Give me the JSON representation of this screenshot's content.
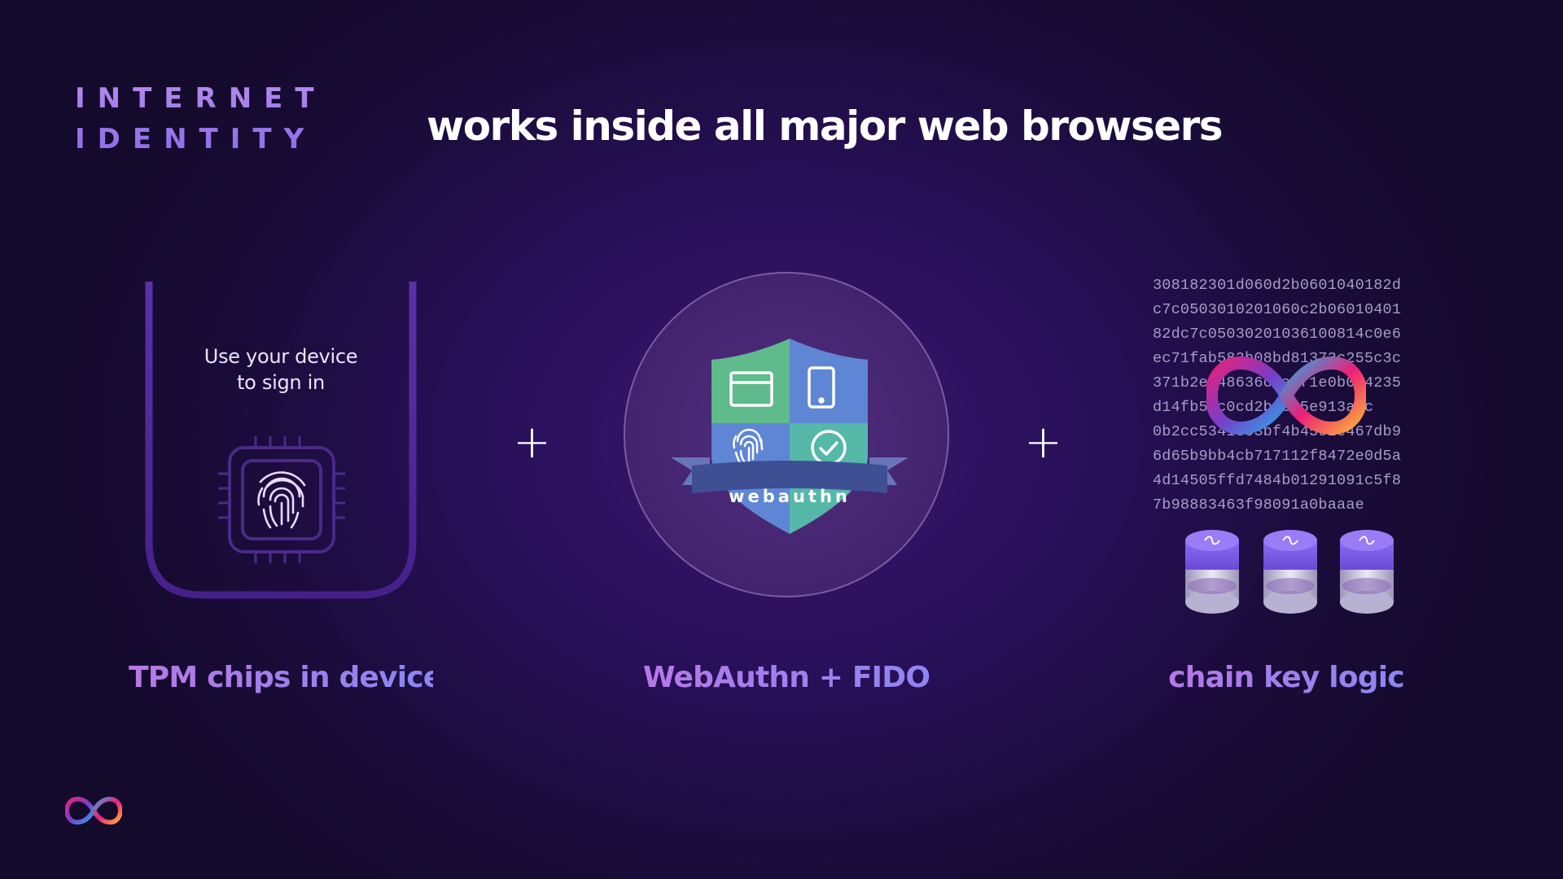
{
  "brand": {
    "line1": "INTERNET",
    "line2": "IDENTITY"
  },
  "headline": "works inside all major web browsers",
  "device": {
    "line1": "Use your device",
    "line2": "to sign in"
  },
  "plus_sign": "+",
  "shield": {
    "label": "webauthn"
  },
  "captions": {
    "tpm": "TPM chips in devices",
    "webauthn": "WebAuthn + FIDO",
    "chainkey": "chain key logic"
  },
  "hex_lines": [
    "308182301d060d2b0601040182d",
    "c7c0503010201060c2b06010401",
    "82dc7c05030201036100814c0e6",
    "ec71fab583b08bd81373c255c3c",
    "371b2ee48636c5a1f1e0b074235",
    "d14fb52c0cd2b9685e913a0c",
    "0b2cc5341303bf4b4592e467db9",
    "6d65b9bb4cb717112f8472e0d5a",
    "4d14505ffd7484b01291091c5f8",
    "7b98883463f98091a0baaae"
  ],
  "colors": {
    "background": "#1a0c3a",
    "accent_purple": "#b878e6",
    "accent_blue": "#8a86f2",
    "shield_green": "#5fba8c",
    "shield_blue": "#5e86d4",
    "shield_teal": "#55b8a8"
  },
  "icons": {
    "chip": "fingerprint-chip-icon",
    "browser": "browser-window-icon",
    "phone": "mobile-phone-icon",
    "fingerprint": "fingerprint-icon",
    "check": "checkmark-icon",
    "infinity": "infinity-logo-icon",
    "node": "node-cylinder-icon"
  }
}
